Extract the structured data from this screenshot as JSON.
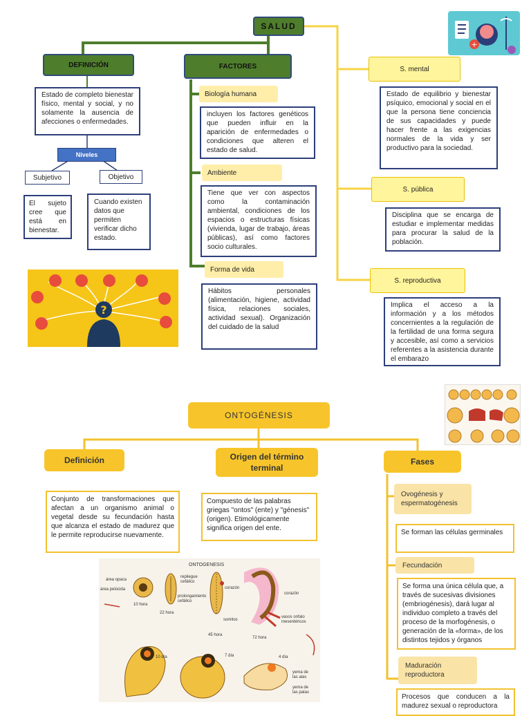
{
  "salud": {
    "title": "SALUD",
    "definicion": {
      "label": "DEFINICIÓN",
      "text": "Estado de completo bienestar físico, mental y social, y no solamente la ausencia de afecciones o enfermedades.",
      "niveles_label": "Niveles",
      "subjetivo_label": "Subjetivo",
      "objetivo_label": "Objetivo",
      "subjetivo_text": "El sujeto cree que está en bienestar.",
      "objetivo_text": "Cuando existen datos que permiten verificar dicho estado."
    },
    "factores": {
      "label": "FACTORES",
      "items": [
        {
          "label": "Biología humana",
          "text": "incluyen los factores genéticos que pueden influir en la aparición de enfermedades o condiciones que alteren el estado de salud."
        },
        {
          "label": "Ambiente",
          "text": "Tiene que ver con aspectos como la contaminación ambiental, condiciones de los espacios o estructuras físicas (vivienda, lugar de trabajo, áreas públicas), así como factores socio culturales."
        },
        {
          "label": "Forma de vida",
          "text": "Hábitos personales (alimentación, higiene, actividad física, relaciones sociales, actividad sexual). Organización del cuidado de la salud"
        }
      ]
    },
    "tipos": [
      {
        "label": "S. mental",
        "text": "Estado de equilibrio y bienestar psíquico, emocional y social en el que la persona tiene conciencia de sus capacidades y puede hacer frente a las exigencias normales de la vida y ser productivo para la sociedad."
      },
      {
        "label": "S. pública",
        "text": "Disciplina que se encarga de estudiar e implementar medidas para procurar la salud de la población."
      },
      {
        "label": "S. reproductiva",
        "text": "Implica el acceso a la información y a los métodos concernientes a la regulación de la fertilidad de una forma segura y accesible, así como a servicios referentes a la asistencia durante el embarazo"
      }
    ]
  },
  "ontogenesis": {
    "title": "ONTOGÉNESIS",
    "definicion": {
      "label": "Definición",
      "text": "Conjunto de transformaciones que afectan a un organismo animal o vegetal desde su fecundación hasta que alcanza el estado de madurez que le permite reproducirse nuevamente."
    },
    "origen": {
      "label": "Origen del término terminal",
      "text": "Compuesto de las palabras griegas \"ontos\" (ente) y \"génesis\" (origen). Etimológicamente significa origen del ente."
    },
    "fases": {
      "label": "Fases",
      "items": [
        {
          "label": "Ovogénesis y espermatogénesis",
          "text": "Se forman las células germinales"
        },
        {
          "label": "Fecundación",
          "text": "Se forma una única célula que, a través de sucesivas divisiones (embriogénesis), dará lugar al individuo completo a través del proceso de la morfogénesis, o generación de la «forma», de los distintos tejidos y órganos"
        },
        {
          "label": "Maduración reproductora",
          "text": "Procesos que conducen a la madurez sexual o reproductora"
        }
      ]
    },
    "image": {
      "title": "ONTOGENESIS",
      "labels": [
        "área opaca",
        "área pelúcida",
        "repliegue cefálico",
        "prolongamiento cefálico",
        "corazón",
        "corazón",
        "somitos",
        "vasos onfalo mesentéricos",
        "10 hora",
        "22 hora",
        "45 hora",
        "72 hora",
        "10 día",
        "7 día",
        "4 día",
        "yema de las alas",
        "yema de las patas"
      ]
    }
  },
  "colors": {
    "green": "#4e7d2b",
    "navy": "#2c3e7a",
    "yellow": "#f7c52b",
    "amber_line": "#f2c12e"
  }
}
